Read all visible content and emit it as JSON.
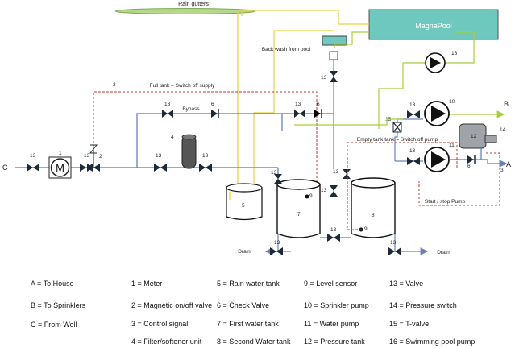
{
  "diagram": {
    "top_labels": {
      "rain_gutters": "Rain gutters",
      "magnapool": "MagnaPool",
      "back_wash": "Back wash from pool",
      "full_tank": "Full tank = Switch off supply",
      "bypass": "Bypass",
      "empty_tank": "Empty tank tank = Switch off pump",
      "start_stop": "Start / stop Pump",
      "drain": "Drain"
    },
    "ends": {
      "c": "C",
      "a": "A",
      "b": "B"
    },
    "numbers": {
      "n1": "1",
      "n2": "2",
      "n3": "3",
      "n4": "4",
      "n5": "5",
      "n6": "6",
      "n7": "7",
      "n8": "8",
      "n9": "9",
      "n10": "10",
      "n11": "11",
      "n12": "12",
      "n13": "13",
      "n14": "14",
      "n15": "15",
      "n16": "16",
      "meter_symbol": "M"
    },
    "colors": {
      "water_line": "#6a82b5",
      "supply_line": "#5a78b8",
      "green_line": "#a6cf3a",
      "yellow_line": "#e7d33c",
      "signal_red": "#c0392b",
      "gutter_green": "#b3d887",
      "magnapool_fill": "#6ec8be",
      "tank_stroke": "#1a1a1a",
      "valve": "#1f2a38"
    }
  },
  "legend": {
    "col1": [
      "A = To House",
      "B = To Sprinklers",
      "C = From Well"
    ],
    "col2": [
      "1 = Meter",
      "2 = Magnetic on/off valve",
      "3 = Control signal",
      "4 = Filter/softener unit"
    ],
    "col3": [
      "5 = Rain water tank",
      "6 = Check Valve",
      "7 = First water tank",
      "8 = Second Water tank"
    ],
    "col4": [
      "9 = Level sensor",
      "10 = Sprinkler pump",
      "11 = Water pump",
      "12 = Pressure tank"
    ],
    "col5": [
      "13 = Valve",
      "14 = Pressure switch",
      "15 = T-valve",
      "16 = Swimming pool pump"
    ]
  }
}
